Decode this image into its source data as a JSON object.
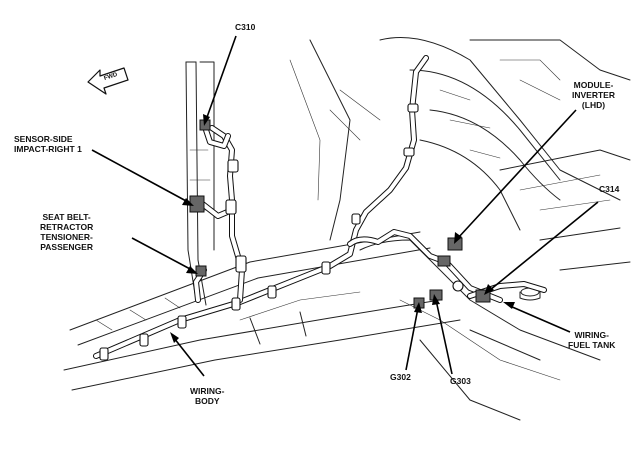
{
  "labels": {
    "c310": "C310",
    "fwd": "FWD",
    "sensor_side": [
      "SENSOR-SIDE",
      "IMPACT-RIGHT 1"
    ],
    "seat_belt": [
      "SEAT BELT-",
      "RETRACTOR",
      "TENSIONER-",
      "PASSENGER"
    ],
    "module_inverter": [
      "MODULE-",
      "INVERTER",
      "(LHD)"
    ],
    "c314": "C314",
    "wiring_fuel_tank": [
      "WIRING-",
      "FUEL TANK"
    ],
    "wiring_body": [
      "WIRING-",
      "BODY"
    ],
    "g302": "G302",
    "g303": "G303"
  }
}
